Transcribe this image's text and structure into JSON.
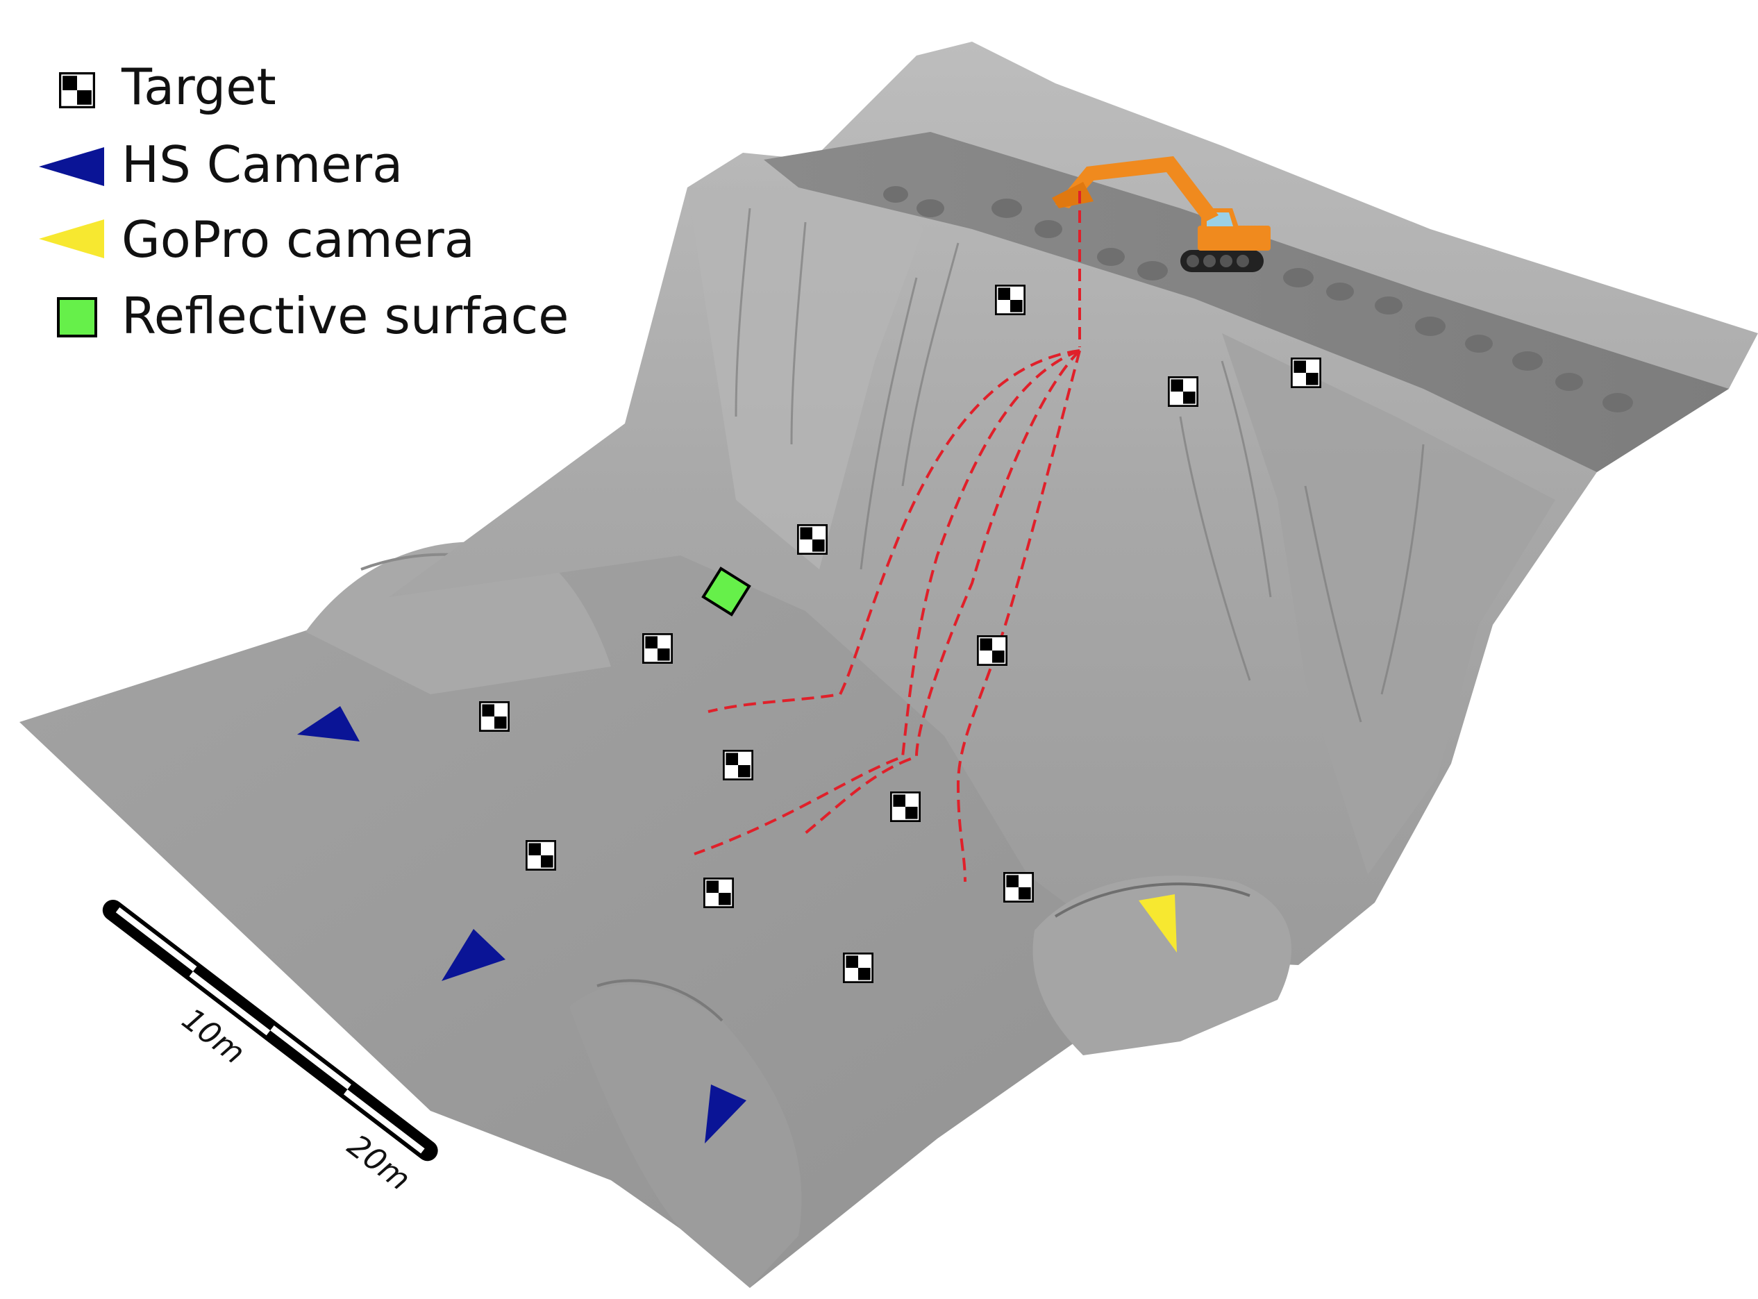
{
  "legend": {
    "target_label": "Target",
    "hs_camera_label": "HS Camera",
    "gopro_camera_label": "GoPro camera",
    "reflective_surface_label": "Reflective surface"
  },
  "scale_bar": {
    "label_10": "10m",
    "label_20": "20m"
  },
  "colors": {
    "terrain": "#9a9a9a",
    "hs_camera": "#0a1496",
    "gopro_camera": "#f7e830",
    "reflective_surface": "#66f04a",
    "trajectory": "#e0202a",
    "excavator": "#f08a1e"
  },
  "icons": [
    "target-icon",
    "hs-camera-icon",
    "gopro-camera-icon",
    "reflective-surface-icon",
    "excavator-icon"
  ]
}
